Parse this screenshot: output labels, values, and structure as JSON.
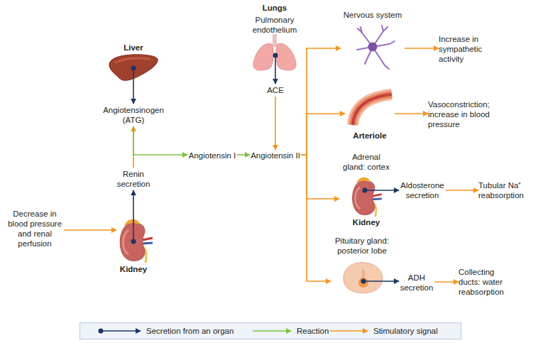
{
  "diagram": {
    "nodes": [
      {
        "text": [
          "Lungs",
          "Pulmonary endothelium"
        ]
      },
      {
        "text": [
          "Liver"
        ]
      },
      {
        "text": [
          "Nervous system"
        ]
      },
      {
        "text": [
          "Increase in sympathetic activity"
        ]
      },
      {
        "text": [
          "ACE"
        ]
      },
      {
        "text": [
          "Angiotensinogen (ATG)"
        ]
      },
      {
        "text": [
          "Arteriole"
        ]
      },
      {
        "text": [
          "Vasoconstriction; increase in blood pressure"
        ]
      },
      {
        "text": [
          "Angiotensin I"
        ]
      },
      {
        "text": [
          "Angiotensin II"
        ]
      },
      {
        "text": [
          "Adrenal gland: cortex",
          "Kidney"
        ]
      },
      {
        "text": [
          "Aldosterone secretion"
        ]
      },
      {
        "text": [
          "Tubular Na⁺ reabsorption"
        ]
      },
      {
        "text": [
          "Renin secretion"
        ]
      },
      {
        "text": [
          "Decrease in blood pressure and renal perfusion"
        ]
      },
      {
        "text": [
          "Kidney"
        ]
      },
      {
        "text": [
          "Pituitary gland: posterior lobe"
        ]
      },
      {
        "text": [
          "ADH secretion"
        ]
      },
      {
        "text": [
          "Collecting ducts: water reabsorption"
        ]
      }
    ],
    "edges": [
      {
        "from": 1,
        "to": 5,
        "arrow": "to"
      },
      {
        "from": 0,
        "to": 4,
        "arrow": "to"
      },
      {
        "from": 4,
        "to": 9,
        "arrow": "to"
      },
      {
        "from": 15,
        "to": 13,
        "arrow": "to"
      },
      {
        "from": 13,
        "to": 5,
        "arrow": "to"
      },
      {
        "from": 14,
        "to": 15,
        "arrow": "to"
      },
      {
        "from": 5,
        "to": 8,
        "arrow": "to"
      },
      {
        "from": 8,
        "to": 9,
        "arrow": "to"
      },
      {
        "from": 9,
        "to": 2,
        "arrow": "to"
      },
      {
        "from": 9,
        "to": 6,
        "arrow": "to"
      },
      {
        "from": 9,
        "to": 10,
        "arrow": "to"
      },
      {
        "from": 9,
        "to": 16,
        "arrow": "to"
      },
      {
        "from": 2,
        "to": 3,
        "arrow": "to"
      },
      {
        "from": 6,
        "to": 7,
        "arrow": "to"
      },
      {
        "from": 10,
        "to": 11,
        "arrow": "to"
      },
      {
        "from": 11,
        "to": 12,
        "arrow": "to"
      },
      {
        "from": 16,
        "to": 17,
        "arrow": "to"
      },
      {
        "from": 17,
        "to": 18,
        "arrow": "to"
      }
    ],
    "legend": [
      {
        "text": "Secretion from an organ"
      },
      {
        "text": "Reaction"
      },
      {
        "text": "Stimulatory signal"
      }
    ]
  }
}
